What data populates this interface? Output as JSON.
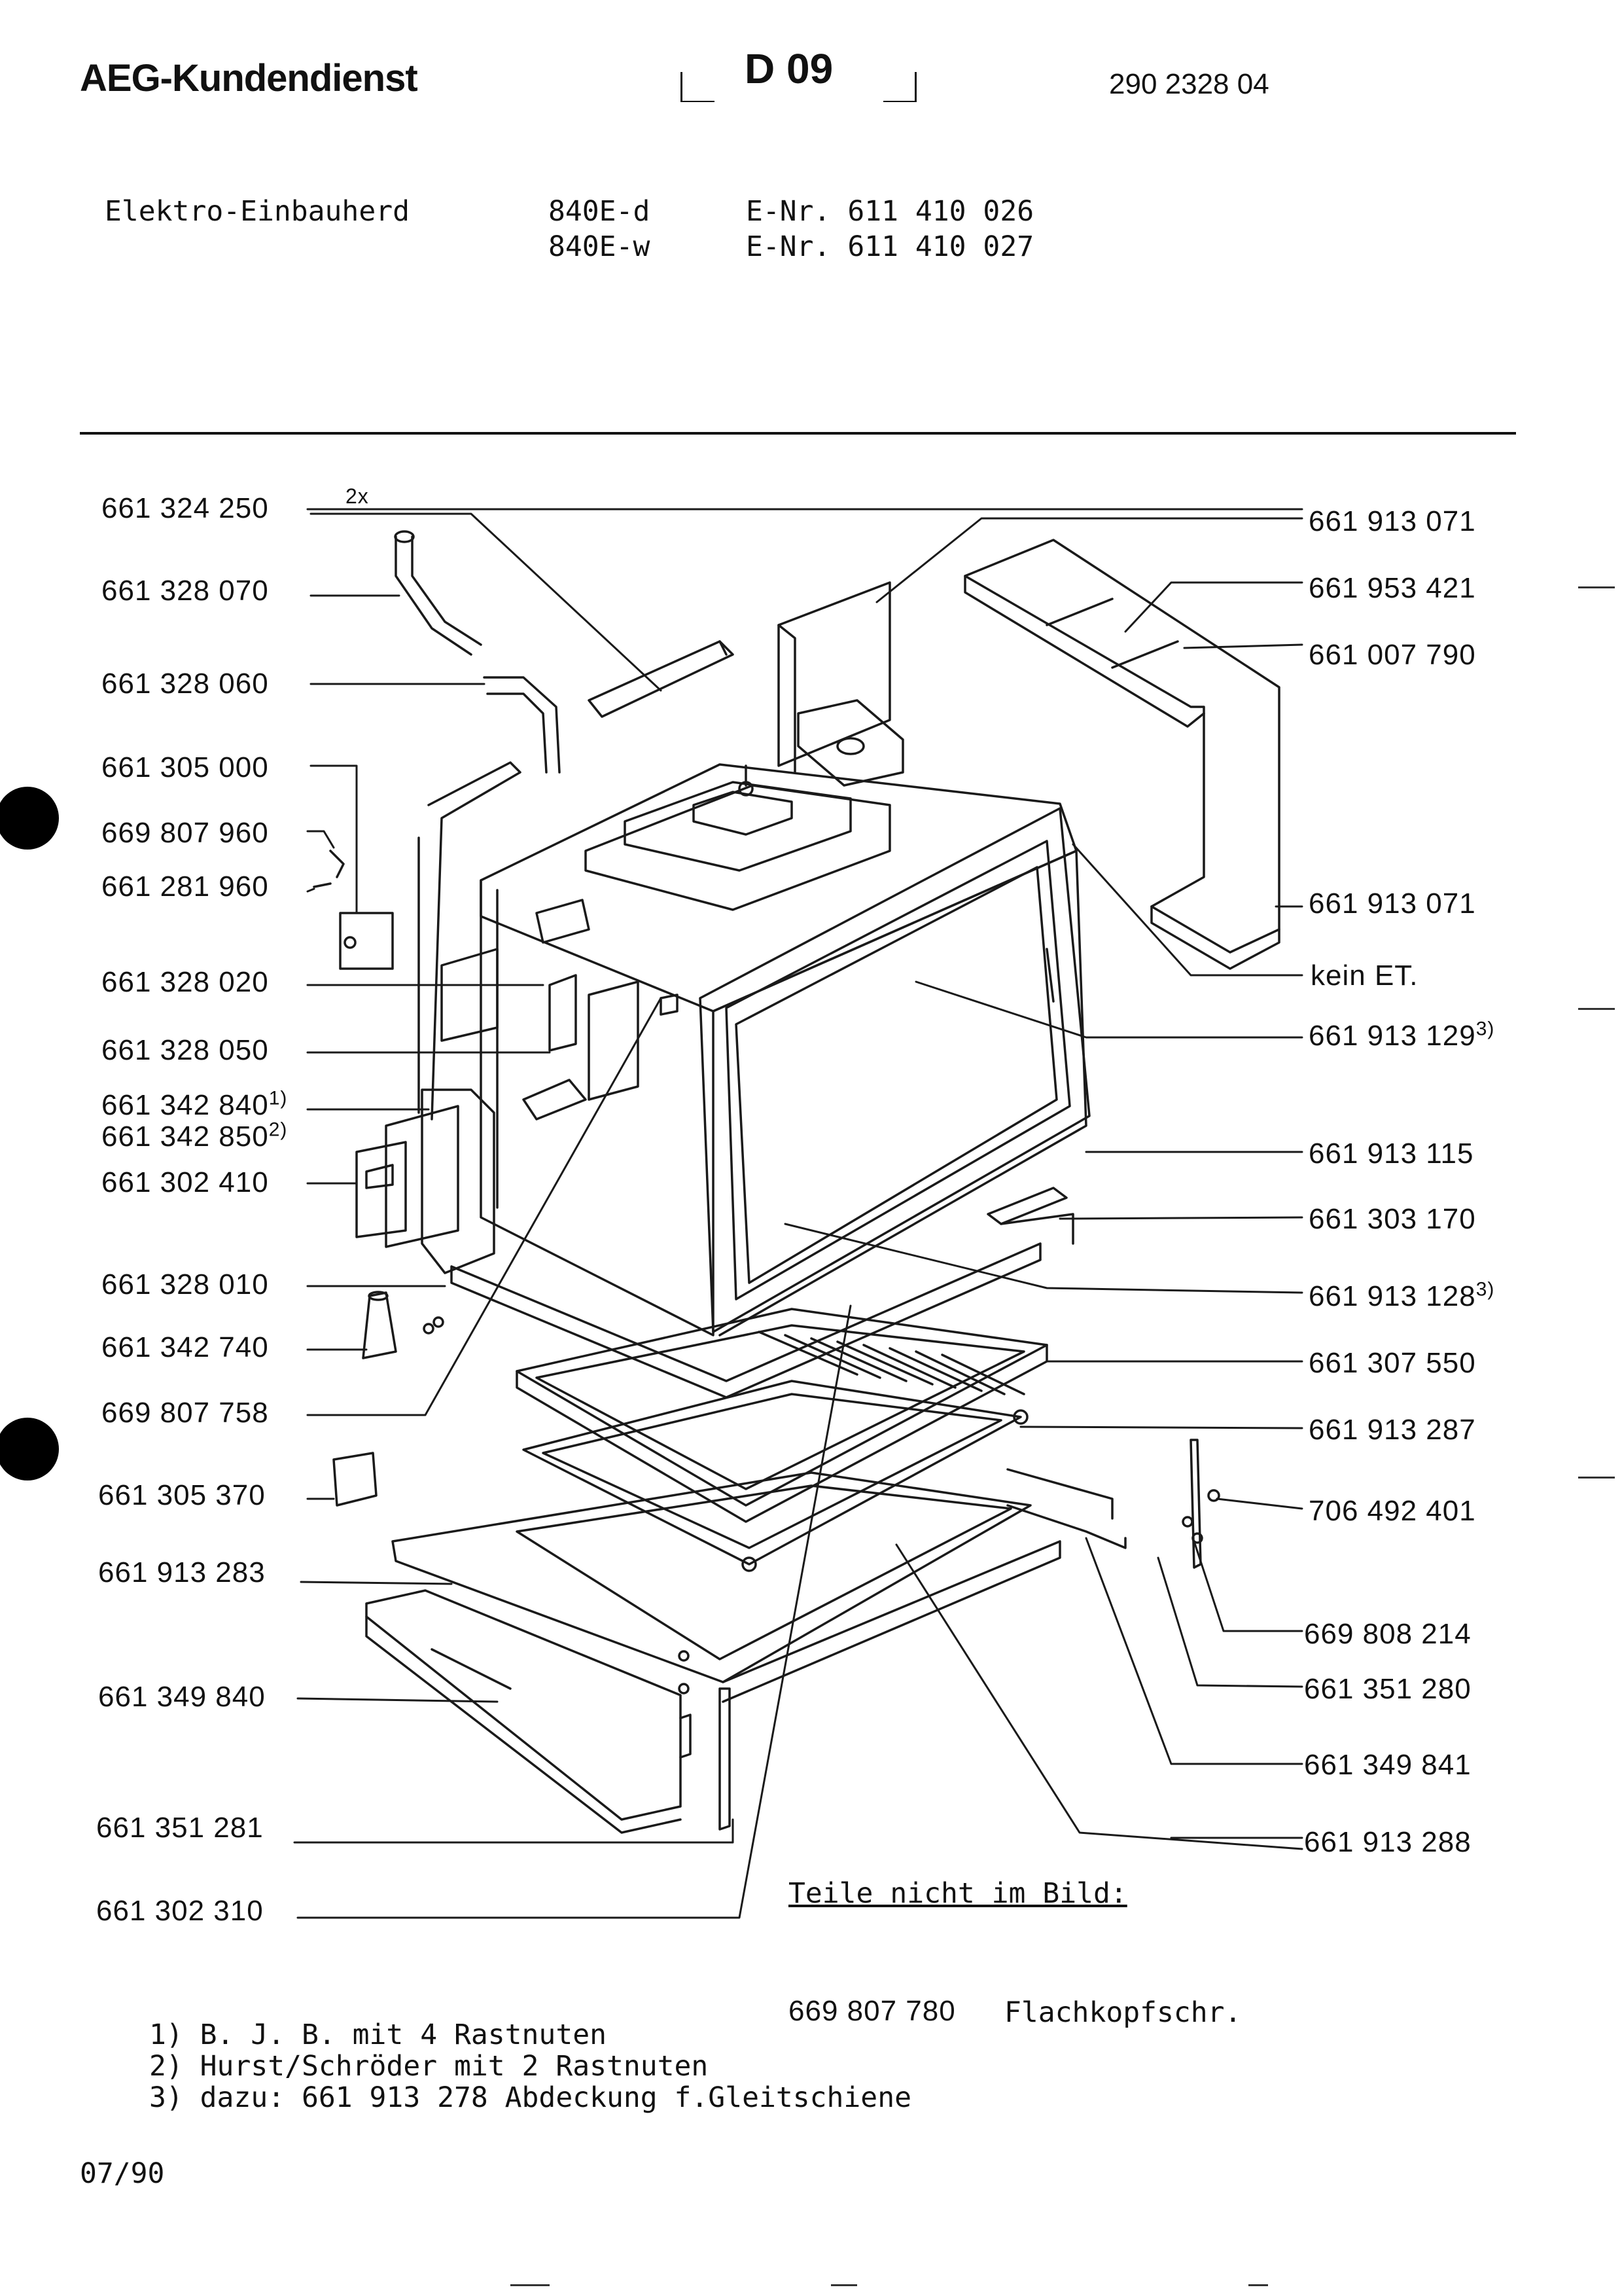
{
  "header": {
    "brand": "AEG-Kundendienst",
    "code": "D 09",
    "doc_number": "290 2328 04"
  },
  "product": {
    "name": "Elektro-Einbauherd",
    "variants": [
      {
        "model": "840E-d",
        "enr": "E-Nr. 611 410 026"
      },
      {
        "model": "840E-w",
        "enr": "E-Nr. 611 410 027"
      }
    ]
  },
  "left_labels": [
    {
      "pn": "661 324 250",
      "sup": ""
    },
    {
      "pn": "661 328 070",
      "sup": ""
    },
    {
      "pn": "661 328 060",
      "sup": ""
    },
    {
      "pn": "661 305 000",
      "sup": ""
    },
    {
      "pn": "669 807 960",
      "sup": ""
    },
    {
      "pn": "661 281 960",
      "sup": ""
    },
    {
      "pn": "661 328 020",
      "sup": ""
    },
    {
      "pn": "661 328 050",
      "sup": ""
    },
    {
      "pn": "661 342 840",
      "sup": "1)"
    },
    {
      "pn": "661 342 850",
      "sup": "2)"
    },
    {
      "pn": "661 302 410",
      "sup": ""
    },
    {
      "pn": "661 328 010",
      "sup": ""
    },
    {
      "pn": "661 342 740",
      "sup": ""
    },
    {
      "pn": "669 807 758",
      "sup": ""
    },
    {
      "pn": "661 305 370",
      "sup": ""
    },
    {
      "pn": "661 913 283",
      "sup": ""
    },
    {
      "pn": "661 349 840",
      "sup": ""
    },
    {
      "pn": "661 351 281",
      "sup": ""
    },
    {
      "pn": "661 302 310",
      "sup": ""
    }
  ],
  "right_labels": [
    {
      "pn": "661 913 071",
      "sup": ""
    },
    {
      "pn": "661 953 421",
      "sup": ""
    },
    {
      "pn": "661 007 790",
      "sup": ""
    },
    {
      "pn": "661 913 071",
      "sup": ""
    },
    {
      "pn": "kein ET.",
      "sup": ""
    },
    {
      "pn": "661 913 129",
      "sup": "3)"
    },
    {
      "pn": "661 913 115",
      "sup": ""
    },
    {
      "pn": "661 303 170",
      "sup": ""
    },
    {
      "pn": "661 913 128",
      "sup": "3)"
    },
    {
      "pn": "661 307 550",
      "sup": ""
    },
    {
      "pn": "661 913 287",
      "sup": ""
    },
    {
      "pn": "706 492 401",
      "sup": ""
    },
    {
      "pn": "669 808 214",
      "sup": ""
    },
    {
      "pn": "661 351 280",
      "sup": ""
    },
    {
      "pn": "661 349 841",
      "sup": ""
    },
    {
      "pn": "661 913 288",
      "sup": ""
    }
  ],
  "diagram_marks": {
    "multiplier": "2x"
  },
  "not_shown": {
    "heading": "Teile nicht im Bild:",
    "items": [
      {
        "pn": "669 807 780",
        "desc": "Flachkopfschr."
      }
    ]
  },
  "footnotes": [
    "1) B. J. B. mit 4 Rastnuten",
    "2) Hurst/Schröder mit 2 Rastnuten",
    "3) dazu: 661 913 278 Abdeckung f.Gleitschiene"
  ],
  "date": "07/90"
}
